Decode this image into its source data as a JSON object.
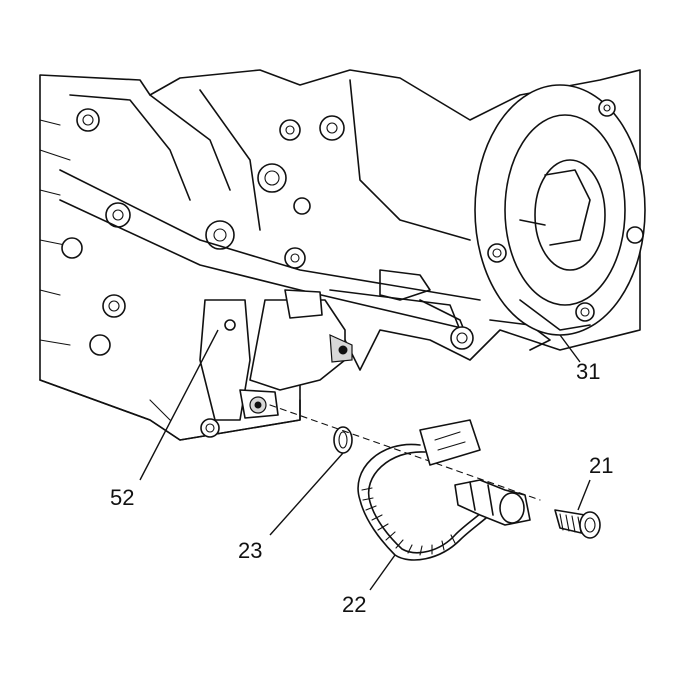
{
  "callouts": [
    {
      "id": "31",
      "text": "31"
    },
    {
      "id": "52",
      "text": "52"
    },
    {
      "id": "21",
      "text": "21"
    },
    {
      "id": "23",
      "text": "23"
    },
    {
      "id": "22",
      "text": "22"
    }
  ],
  "colors": {
    "line": "#111111",
    "background": "#ffffff"
  }
}
